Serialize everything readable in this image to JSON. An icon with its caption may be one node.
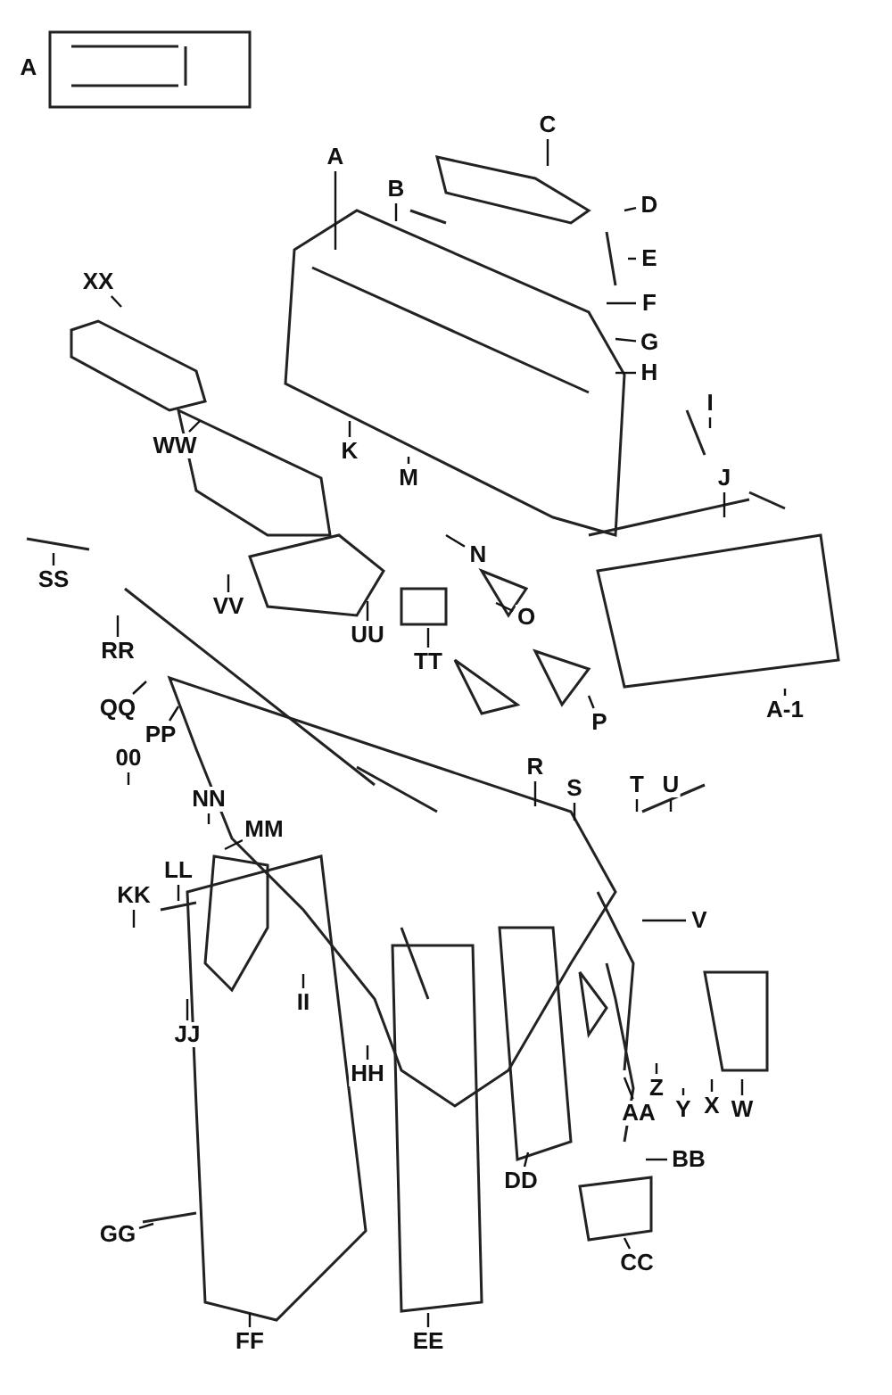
{
  "diagram": {
    "nodes": [
      {
        "text": [
          "A"
        ]
      },
      {
        "text": [
          "A"
        ]
      },
      {
        "text": [
          "B"
        ]
      },
      {
        "text": [
          "C"
        ]
      },
      {
        "text": [
          "D"
        ]
      },
      {
        "text": [
          "E"
        ]
      },
      {
        "text": [
          "F"
        ]
      },
      {
        "text": [
          "G"
        ]
      },
      {
        "text": [
          "H"
        ]
      },
      {
        "text": [
          "I"
        ]
      },
      {
        "text": [
          "J"
        ]
      },
      {
        "text": [
          "XX"
        ]
      },
      {
        "text": [
          "WW"
        ]
      },
      {
        "text": [
          "K"
        ]
      },
      {
        "text": [
          "M"
        ]
      },
      {
        "text": [
          "N"
        ]
      },
      {
        "text": [
          "SS"
        ]
      },
      {
        "text": [
          "VV"
        ]
      },
      {
        "text": [
          "UU"
        ]
      },
      {
        "text": [
          "TT"
        ]
      },
      {
        "text": [
          "O"
        ]
      },
      {
        "text": [
          "P"
        ]
      },
      {
        "text": [
          "RR"
        ]
      },
      {
        "text": [
          "QQ"
        ]
      },
      {
        "text": [
          "PP"
        ]
      },
      {
        "text": [
          "00"
        ]
      },
      {
        "text": [
          "A-1"
        ]
      },
      {
        "text": [
          "R"
        ]
      },
      {
        "text": [
          "S"
        ]
      },
      {
        "text": [
          "T"
        ]
      },
      {
        "text": [
          "U"
        ]
      },
      {
        "text": [
          "NN"
        ]
      },
      {
        "text": [
          "MM"
        ]
      },
      {
        "text": [
          "LL"
        ]
      },
      {
        "text": [
          "KK"
        ]
      },
      {
        "text": [
          "JJ"
        ]
      },
      {
        "text": [
          "II"
        ]
      },
      {
        "text": [
          "HH"
        ]
      },
      {
        "text": [
          "V"
        ]
      },
      {
        "text": [
          "W"
        ]
      },
      {
        "text": [
          "X"
        ]
      },
      {
        "text": [
          "Y"
        ]
      },
      {
        "text": [
          "Z"
        ]
      },
      {
        "text": [
          "AA"
        ]
      },
      {
        "text": [
          "BB"
        ]
      },
      {
        "text": [
          "DD"
        ]
      },
      {
        "text": [
          "CC"
        ]
      },
      {
        "text": [
          "GG"
        ]
      },
      {
        "text": [
          "FF"
        ]
      },
      {
        "text": [
          "EE"
        ]
      }
    ],
    "edges": [
      {
        "from": 1,
        "to": null,
        "arrow": "none"
      },
      {
        "from": 2,
        "to": null,
        "arrow": "none"
      },
      {
        "from": 3,
        "to": null,
        "arrow": "none"
      },
      {
        "from": 4,
        "to": null,
        "arrow": "none"
      },
      {
        "from": 5,
        "to": null,
        "arrow": "none"
      },
      {
        "from": 6,
        "to": null,
        "arrow": "none"
      },
      {
        "from": 7,
        "to": null,
        "arrow": "none"
      },
      {
        "from": 8,
        "to": null,
        "arrow": "none"
      },
      {
        "from": 9,
        "to": null,
        "arrow": "none"
      },
      {
        "from": 10,
        "to": null,
        "arrow": "none"
      },
      {
        "from": 11,
        "to": null,
        "arrow": "none"
      },
      {
        "from": 12,
        "to": null,
        "arrow": "none"
      },
      {
        "from": 13,
        "to": null,
        "arrow": "none"
      },
      {
        "from": 14,
        "to": null,
        "arrow": "none"
      },
      {
        "from": 15,
        "to": null,
        "arrow": "none"
      },
      {
        "from": 16,
        "to": null,
        "arrow": "none"
      },
      {
        "from": 17,
        "to": null,
        "arrow": "none"
      },
      {
        "from": 18,
        "to": null,
        "arrow": "none"
      },
      {
        "from": 19,
        "to": null,
        "arrow": "none"
      },
      {
        "from": 20,
        "to": null,
        "arrow": "none"
      },
      {
        "from": 21,
        "to": null,
        "arrow": "none"
      },
      {
        "from": 22,
        "to": null,
        "arrow": "none"
      },
      {
        "from": 23,
        "to": null,
        "arrow": "none"
      },
      {
        "from": 24,
        "to": null,
        "arrow": "none"
      },
      {
        "from": 25,
        "to": null,
        "arrow": "none"
      },
      {
        "from": 26,
        "to": null,
        "arrow": "none"
      },
      {
        "from": 27,
        "to": null,
        "arrow": "none"
      },
      {
        "from": 28,
        "to": null,
        "arrow": "none"
      },
      {
        "from": 29,
        "to": null,
        "arrow": "none"
      },
      {
        "from": 30,
        "to": null,
        "arrow": "none"
      },
      {
        "from": 31,
        "to": null,
        "arrow": "none"
      },
      {
        "from": 32,
        "to": null,
        "arrow": "none"
      },
      {
        "from": 33,
        "to": null,
        "arrow": "none"
      },
      {
        "from": 34,
        "to": null,
        "arrow": "none"
      },
      {
        "from": 35,
        "to": null,
        "arrow": "none"
      },
      {
        "from": 36,
        "to": null,
        "arrow": "none"
      },
      {
        "from": 37,
        "to": null,
        "arrow": "none"
      },
      {
        "from": 38,
        "to": null,
        "arrow": "none"
      },
      {
        "from": 39,
        "to": null,
        "arrow": "none"
      },
      {
        "from": 40,
        "to": null,
        "arrow": "none"
      },
      {
        "from": 41,
        "to": null,
        "arrow": "none"
      },
      {
        "from": 42,
        "to": null,
        "arrow": "none"
      },
      {
        "from": 43,
        "to": null,
        "arrow": "none"
      },
      {
        "from": 44,
        "to": null,
        "arrow": "none"
      },
      {
        "from": 45,
        "to": null,
        "arrow": "none"
      },
      {
        "from": 46,
        "to": null,
        "arrow": "none"
      },
      {
        "from": 47,
        "to": null,
        "arrow": "none"
      },
      {
        "from": 48,
        "to": null,
        "arrow": "none"
      },
      {
        "from": 49,
        "to": null,
        "arrow": "none"
      }
    ]
  }
}
